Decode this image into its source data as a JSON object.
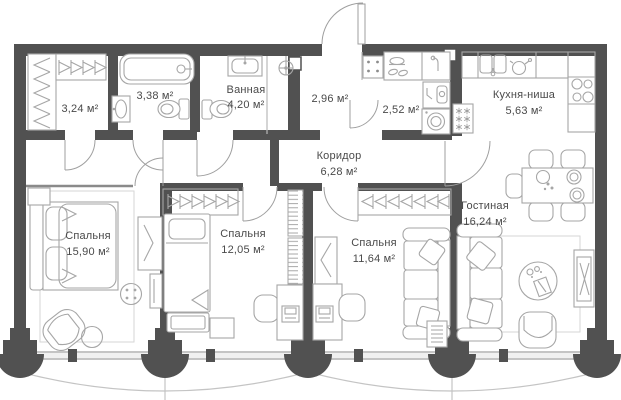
{
  "plan": {
    "title": "Apartment floor plan",
    "units_suffix": "м²",
    "colors": {
      "wall": "#515151",
      "furniture_line": "#a6a6a6",
      "text": "#4a4a4a",
      "glass": "#b5b5b5"
    },
    "rooms": [
      {
        "name": "wardrobe",
        "label": "",
        "area": "3,24 м²"
      },
      {
        "name": "bathroom-small",
        "label": "",
        "area": "3,38 м²"
      },
      {
        "name": "bathroom",
        "label": "Ванная",
        "area": "4,20 м²"
      },
      {
        "name": "entry-hall",
        "label": "",
        "area": "2,96 м²"
      },
      {
        "name": "storage-laundry",
        "label": "",
        "area": "2,52 м²"
      },
      {
        "name": "kitchen-niche",
        "label": "Кухня-ниша",
        "area": "5,63 м²"
      },
      {
        "name": "corridor",
        "label": "Коридор",
        "area": "6,28 м²"
      },
      {
        "name": "bedroom-master",
        "label": "Спальня",
        "area": "15,90 м²"
      },
      {
        "name": "bedroom-middle",
        "label": "Спальня",
        "area": "12,05 м²"
      },
      {
        "name": "bedroom-right",
        "label": "Спальня",
        "area": "11,64 м²"
      },
      {
        "name": "living-room",
        "label": "Гостиная",
        "area": "16,24 м²"
      }
    ]
  }
}
